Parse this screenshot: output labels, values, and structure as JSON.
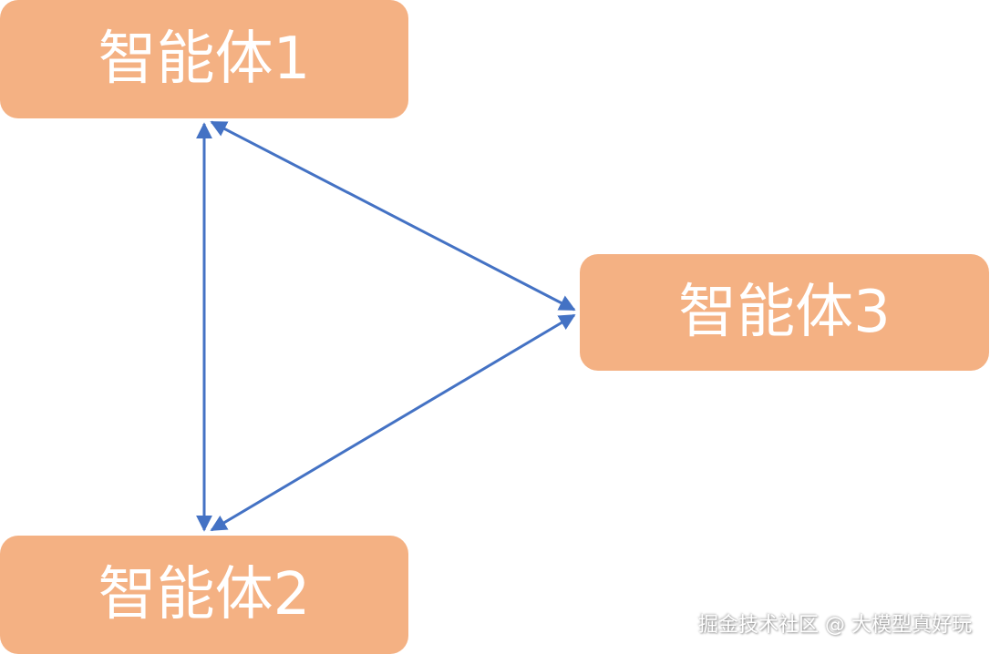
{
  "colors": {
    "node_fill": "#F4B183",
    "node_text": "#FFFFFF",
    "arrow": "#4472C4"
  },
  "nodes": {
    "agent1": {
      "label": "智能体1"
    },
    "agent2": {
      "label": "智能体2"
    },
    "agent3": {
      "label": "智能体3"
    }
  },
  "edges": [
    {
      "from": "agent1",
      "to": "agent2",
      "direction": "both"
    },
    {
      "from": "agent1",
      "to": "agent3",
      "direction": "both"
    },
    {
      "from": "agent2",
      "to": "agent3",
      "direction": "both"
    }
  ],
  "watermark": {
    "text": "掘金技术社区 @ 大模型真好玩"
  }
}
